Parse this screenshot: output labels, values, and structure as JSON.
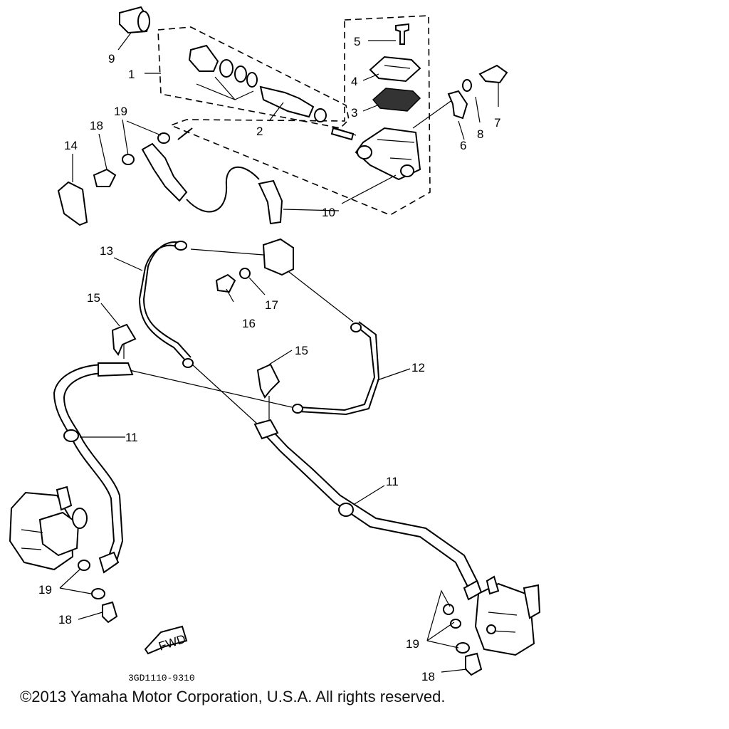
{
  "labels": {
    "l1": "1",
    "l2": "2",
    "l3": "3",
    "l4": "4",
    "l5": "5",
    "l6": "6",
    "l7": "7",
    "l8": "8",
    "l9": "9",
    "l10": "10",
    "l11a": "11",
    "l11b": "11",
    "l12": "12",
    "l13": "13",
    "l14": "14",
    "l15a": "15",
    "l15b": "15",
    "l16": "16",
    "l17": "17",
    "l18a": "18",
    "l18b": "18",
    "l18c": "18",
    "l19a": "19",
    "l19b": "19",
    "l19c": "19"
  },
  "fwd": "FWD",
  "drawing_code": "3GD1110-9310",
  "copyright": "©2013 Yamaha Motor Corporation, U.S.A. All rights reserved."
}
